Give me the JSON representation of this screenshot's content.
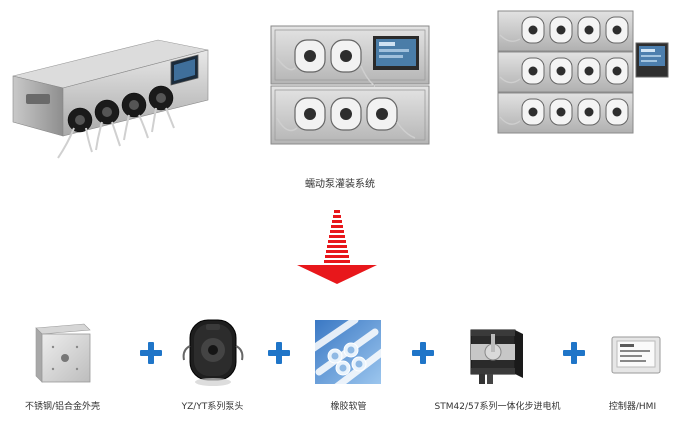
{
  "top": {
    "system_caption": "蠕动泵灌装系统"
  },
  "arrow": {
    "color": "#e8171b"
  },
  "components": [
    {
      "label": "不锈钢/铝合金外壳",
      "icon": "enclosure-box-icon"
    },
    {
      "label": "YZ/YT系列泵头",
      "icon": "pump-head-icon"
    },
    {
      "label": "橡胶软管",
      "icon": "tubing-icon"
    },
    {
      "label": "STM42/57系列一体化步进电机",
      "icon": "stepper-motor-icon"
    },
    {
      "label": "控制器/HMI",
      "icon": "controller-hmi-icon"
    }
  ],
  "plus_color": "#1f75c8"
}
